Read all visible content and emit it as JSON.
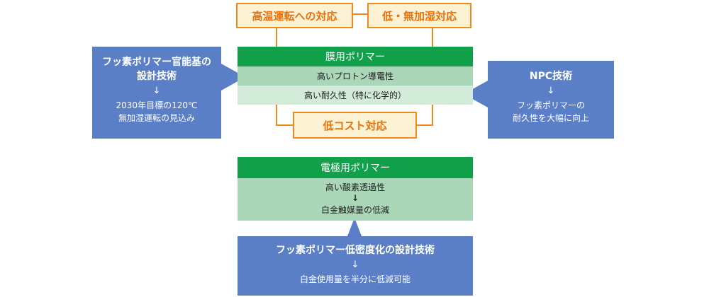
{
  "top_boxes": {
    "high_temp": "高温運転への対応",
    "low_humidity": "低・無加湿対応"
  },
  "membrane": {
    "heading": "膜用ポリマー",
    "row1": "高いプロトン導電性",
    "row2": "高い耐久性（特に化学的）"
  },
  "low_cost": "低コスト対応",
  "left_box": {
    "title_line1": "フッ素ポリマー官能基の",
    "title_line2": "設計技術",
    "arrow": "↓",
    "sub_line1": "2030年目標の120℃",
    "sub_line2": "無加湿運転の見込み"
  },
  "right_box": {
    "title": "NPC技術",
    "arrow": "↓",
    "sub_line1": "フッ素ポリマーの",
    "sub_line2": "耐久性を大幅に向上"
  },
  "electrode": {
    "heading": "電極用ポリマー",
    "line1": "高い酸素透過性",
    "arrow": "↓",
    "line2": "白金触媒量の低減"
  },
  "bottom_box": {
    "title": "フッ素ポリマー低密度化の設計技術",
    "arrow": "↓",
    "sub": "白金使用量を半分に低減可能"
  },
  "colors": {
    "orange_border": "#f08a1c",
    "orange_fill": "#fdf3d4",
    "green_header": "#13a04a",
    "green_row_dark": "#a9d7b8",
    "green_row_light": "#d3ecda",
    "blue": "#5a7fc6"
  }
}
